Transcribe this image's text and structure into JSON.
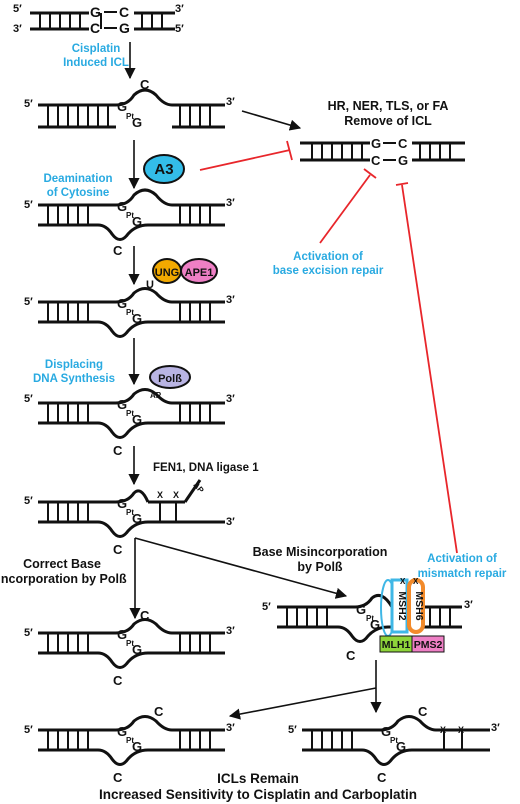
{
  "strand_ends": {
    "five": "5′",
    "three": "3′"
  },
  "bases": {
    "G": "G",
    "C": "C",
    "U": "U",
    "X": "X",
    "Pt": "Pt",
    "AP": "AP"
  },
  "colors": {
    "blue_text": "#29aae1",
    "red_inhibit": "#e8262b",
    "a3_fill": "#33bde9",
    "ung_fill": "#f2a900",
    "ape1_fill": "#ee7fc5",
    "polb_fill": "#b9b4e3",
    "msh2_color": "#3fb7e6",
    "msh6_color": "#f28a2a",
    "mlh1_fill": "#8ed43a",
    "pms2_fill": "#ee7fc5"
  },
  "steps": {
    "cisplatin": [
      "Cisplatin",
      "Induced ICL"
    ],
    "deamination": [
      "Deamination",
      "of Cytosine"
    ],
    "displacing": [
      "Displacing",
      "DNA Synthesis"
    ],
    "fen1": "FEN1, DNA ligase 1",
    "correct": [
      "Correct Base",
      "Incorporation by Polß"
    ],
    "misincorp": [
      "Base Misincorporation",
      "by Polß"
    ]
  },
  "repair_title": [
    "HR, NER, TLS, or FA",
    "Remove of ICL"
  ],
  "activation_ber": [
    "Activation of",
    "base excision repair"
  ],
  "activation_mmr": [
    "Activation of",
    "mismatch repair"
  ],
  "proteins": {
    "a3": "A3",
    "ung": "UNG",
    "ape1": "APE1",
    "polb": "Polß",
    "msh2": "MSH2",
    "msh6": "MSH6",
    "mlh1": "MLH1",
    "pms2": "PMS2"
  },
  "conclusion": [
    "ICLs Remain",
    "Increased Sensitivity to Cisplatin and Carboplatin"
  ]
}
